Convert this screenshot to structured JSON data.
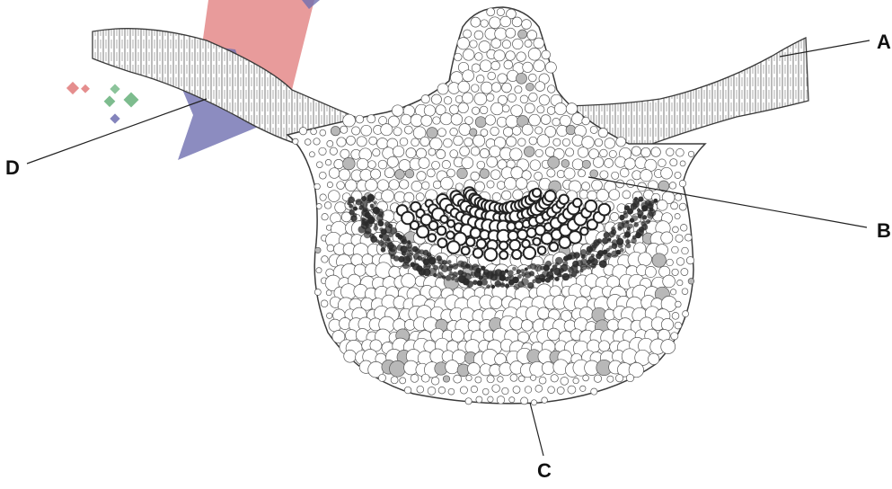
{
  "diagram": {
    "labels": {
      "a": "A",
      "b": "B",
      "c": "C",
      "d": "D"
    },
    "colors": {
      "outline": "#3a3a3a",
      "cell_fill": "#ffffff",
      "cell_stroke": "#555555",
      "dark_cells": "#2a2a2a",
      "grey_cells": "#b8b8b8",
      "overlay_red": "#e07a7a",
      "overlay_blue": "#6f6fb0",
      "overlay_green": "#66b07a"
    }
  }
}
